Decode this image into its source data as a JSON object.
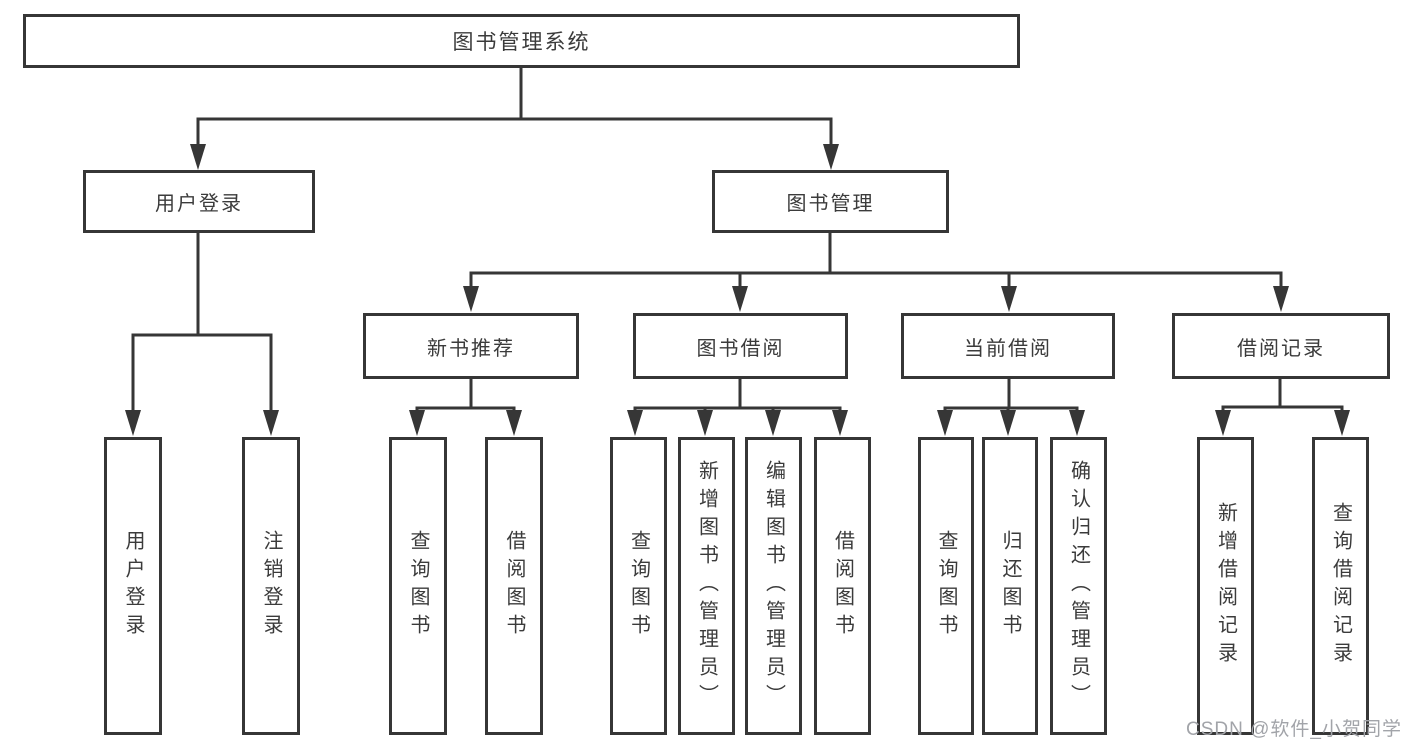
{
  "colors": {
    "line": "#363636",
    "text": "#3b3b3b",
    "watermark": "#a2a4a9",
    "background": "#ffffff"
  },
  "tree": {
    "label": "图书管理系统",
    "children": [
      {
        "label": "用户登录",
        "children": [
          {
            "label": "用户登录"
          },
          {
            "label": "注销登录"
          }
        ]
      },
      {
        "label": "图书管理",
        "children": [
          {
            "label": "新书推荐",
            "children": [
              {
                "label": "查询图书"
              },
              {
                "label": "借阅图书"
              }
            ]
          },
          {
            "label": "图书借阅",
            "children": [
              {
                "label": "查询图书"
              },
              {
                "label": "新增图书（管理员）"
              },
              {
                "label": "编辑图书（管理员）"
              },
              {
                "label": "借阅图书"
              }
            ]
          },
          {
            "label": "当前借阅",
            "children": [
              {
                "label": "查询图书"
              },
              {
                "label": "归还图书"
              },
              {
                "label": "确认归还（管理员）"
              }
            ]
          },
          {
            "label": "借阅记录",
            "children": [
              {
                "label": "新增借阅记录"
              },
              {
                "label": "查询借阅记录"
              }
            ]
          }
        ]
      }
    ]
  },
  "watermark": {
    "text": "CSDN @软件_小贺同学"
  }
}
